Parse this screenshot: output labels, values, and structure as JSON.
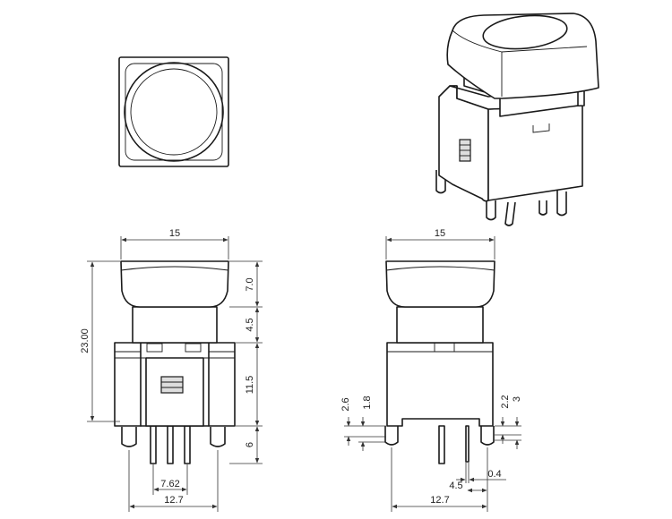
{
  "front_view": {
    "width": "15",
    "overall_height": "23.00",
    "cap_height": "7.0",
    "collar_height": "4.5",
    "body_height": "11.5",
    "pin_length": "6",
    "pin_spacing_inner": "7.62",
    "pin_spacing_outer": "12.7"
  },
  "side_view": {
    "width": "15",
    "left_offset_a": "2.6",
    "left_offset_b": "1.8",
    "right_offset_a": "2.2",
    "right_offset_b": "3",
    "pin_thickness": "0.4",
    "pin_offset": "4.5",
    "pin_spacing": "12.7"
  }
}
